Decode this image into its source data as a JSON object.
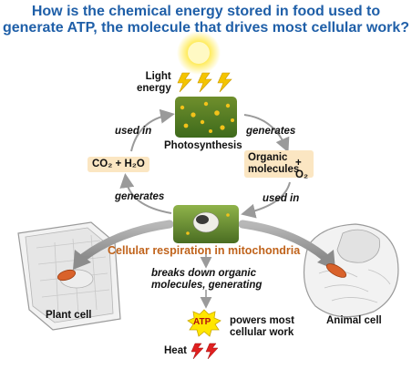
{
  "title": {
    "line1": "How is the chemical energy stored in food used to",
    "line2": "generate ATP, the molecule that drives most cellular work?"
  },
  "labels": {
    "light_energy_1": "Light",
    "light_energy_2": "energy",
    "photosynthesis": "Photosynthesis",
    "used_in_left": "used in",
    "generates_right": "generates",
    "co2_h2o": "CO₂ + H₂O",
    "organic_1": "Organic",
    "organic_plus": "+ O₂",
    "organic_2": "molecules",
    "generates_left": "generates",
    "used_in_right": "used in",
    "cellular_respiration": "Cellular respiration in mitochondria",
    "breaks_down_1": "breaks down organic",
    "breaks_down_2": "molecules, generating",
    "plant_cell": "Plant cell",
    "animal_cell": "Animal cell",
    "atp": "ATP",
    "powers_1": "powers most",
    "powers_2": "cellular work",
    "heat": "Heat"
  },
  "colors": {
    "title_blue": "#1f5fa8",
    "sun_yellow": "#ffe94a",
    "bolt_yellow": "#f4c400",
    "heat_red": "#e02020",
    "respiration_orange": "#c0631b",
    "box_beige": "#fbe6c2",
    "arrow_gray": "#9a9a9a",
    "mitochondria": "#d9622b"
  }
}
